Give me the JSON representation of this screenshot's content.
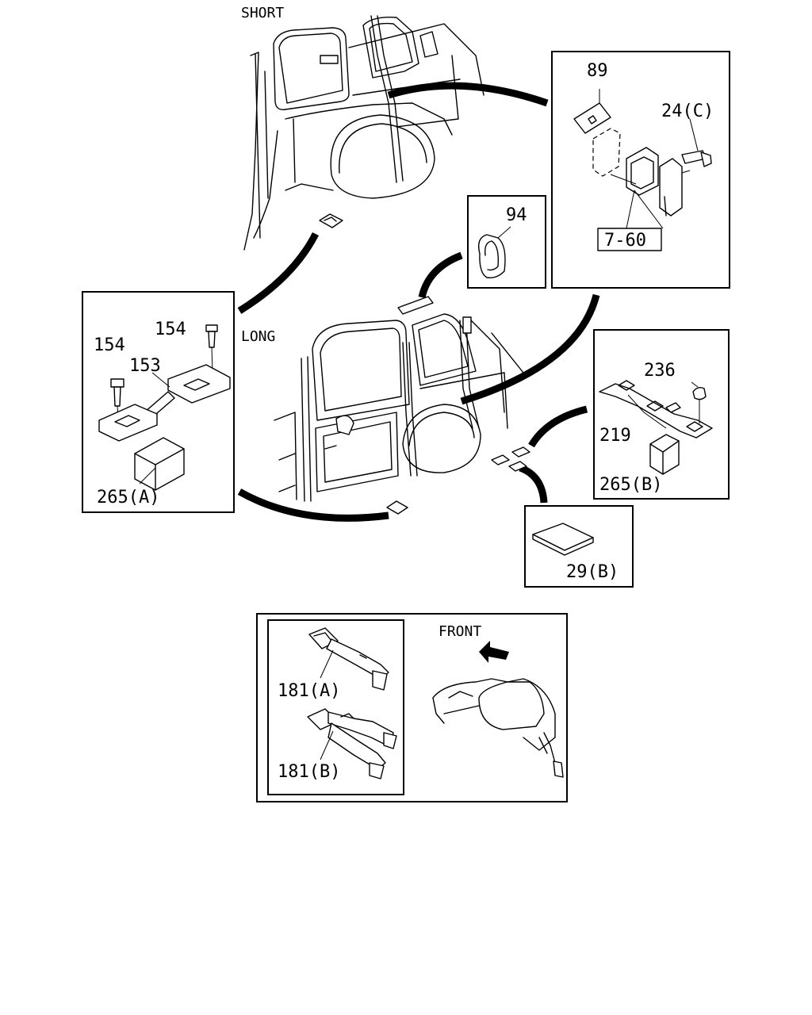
{
  "labels": {
    "short": "SHORT",
    "long": "LONG",
    "front": "FRONT",
    "p89": "89",
    "p24c": "24(C)",
    "p760": "7-60",
    "p94": "94",
    "p154_top": "154",
    "p154_left": "154",
    "p153": "153",
    "p265a": "265(A)",
    "p236": "236",
    "p219": "219",
    "p265b": "265(B)",
    "p29b": "29(B)",
    "p181a": "181(A)",
    "p181b": "181(B)"
  }
}
